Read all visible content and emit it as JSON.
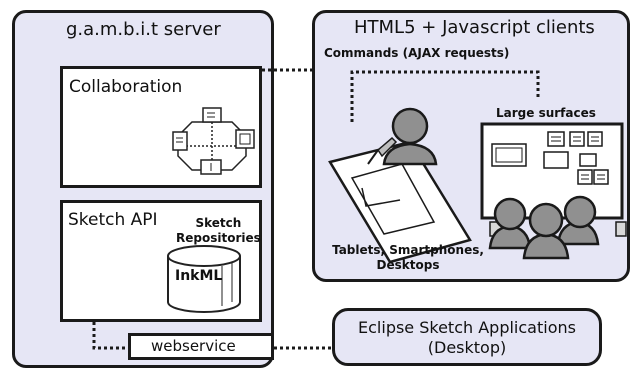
{
  "server": {
    "title": "g.a.m.b.i.t server"
  },
  "collaboration": {
    "title": "Collaboration"
  },
  "sketch_api": {
    "title": "Sketch API",
    "repositories_line1": "Sketch",
    "repositories_line2": "Repositories",
    "inkml": "InkML"
  },
  "webservice": {
    "label": "webservice"
  },
  "clients": {
    "title": "HTML5 + Javascript clients",
    "commands": "Commands (AJAX requests)",
    "large_surfaces": "Large surfaces",
    "tablets_line1": "Tablets, Smartphones,",
    "tablets_line2": "Desktops"
  },
  "eclipse": {
    "line1": "Eclipse Sketch Applications",
    "line2": "(Desktop)"
  },
  "colors": {
    "panel_fill": "#e6e6f5",
    "border": "#1a1a1a",
    "figure_gray": "#909090"
  }
}
